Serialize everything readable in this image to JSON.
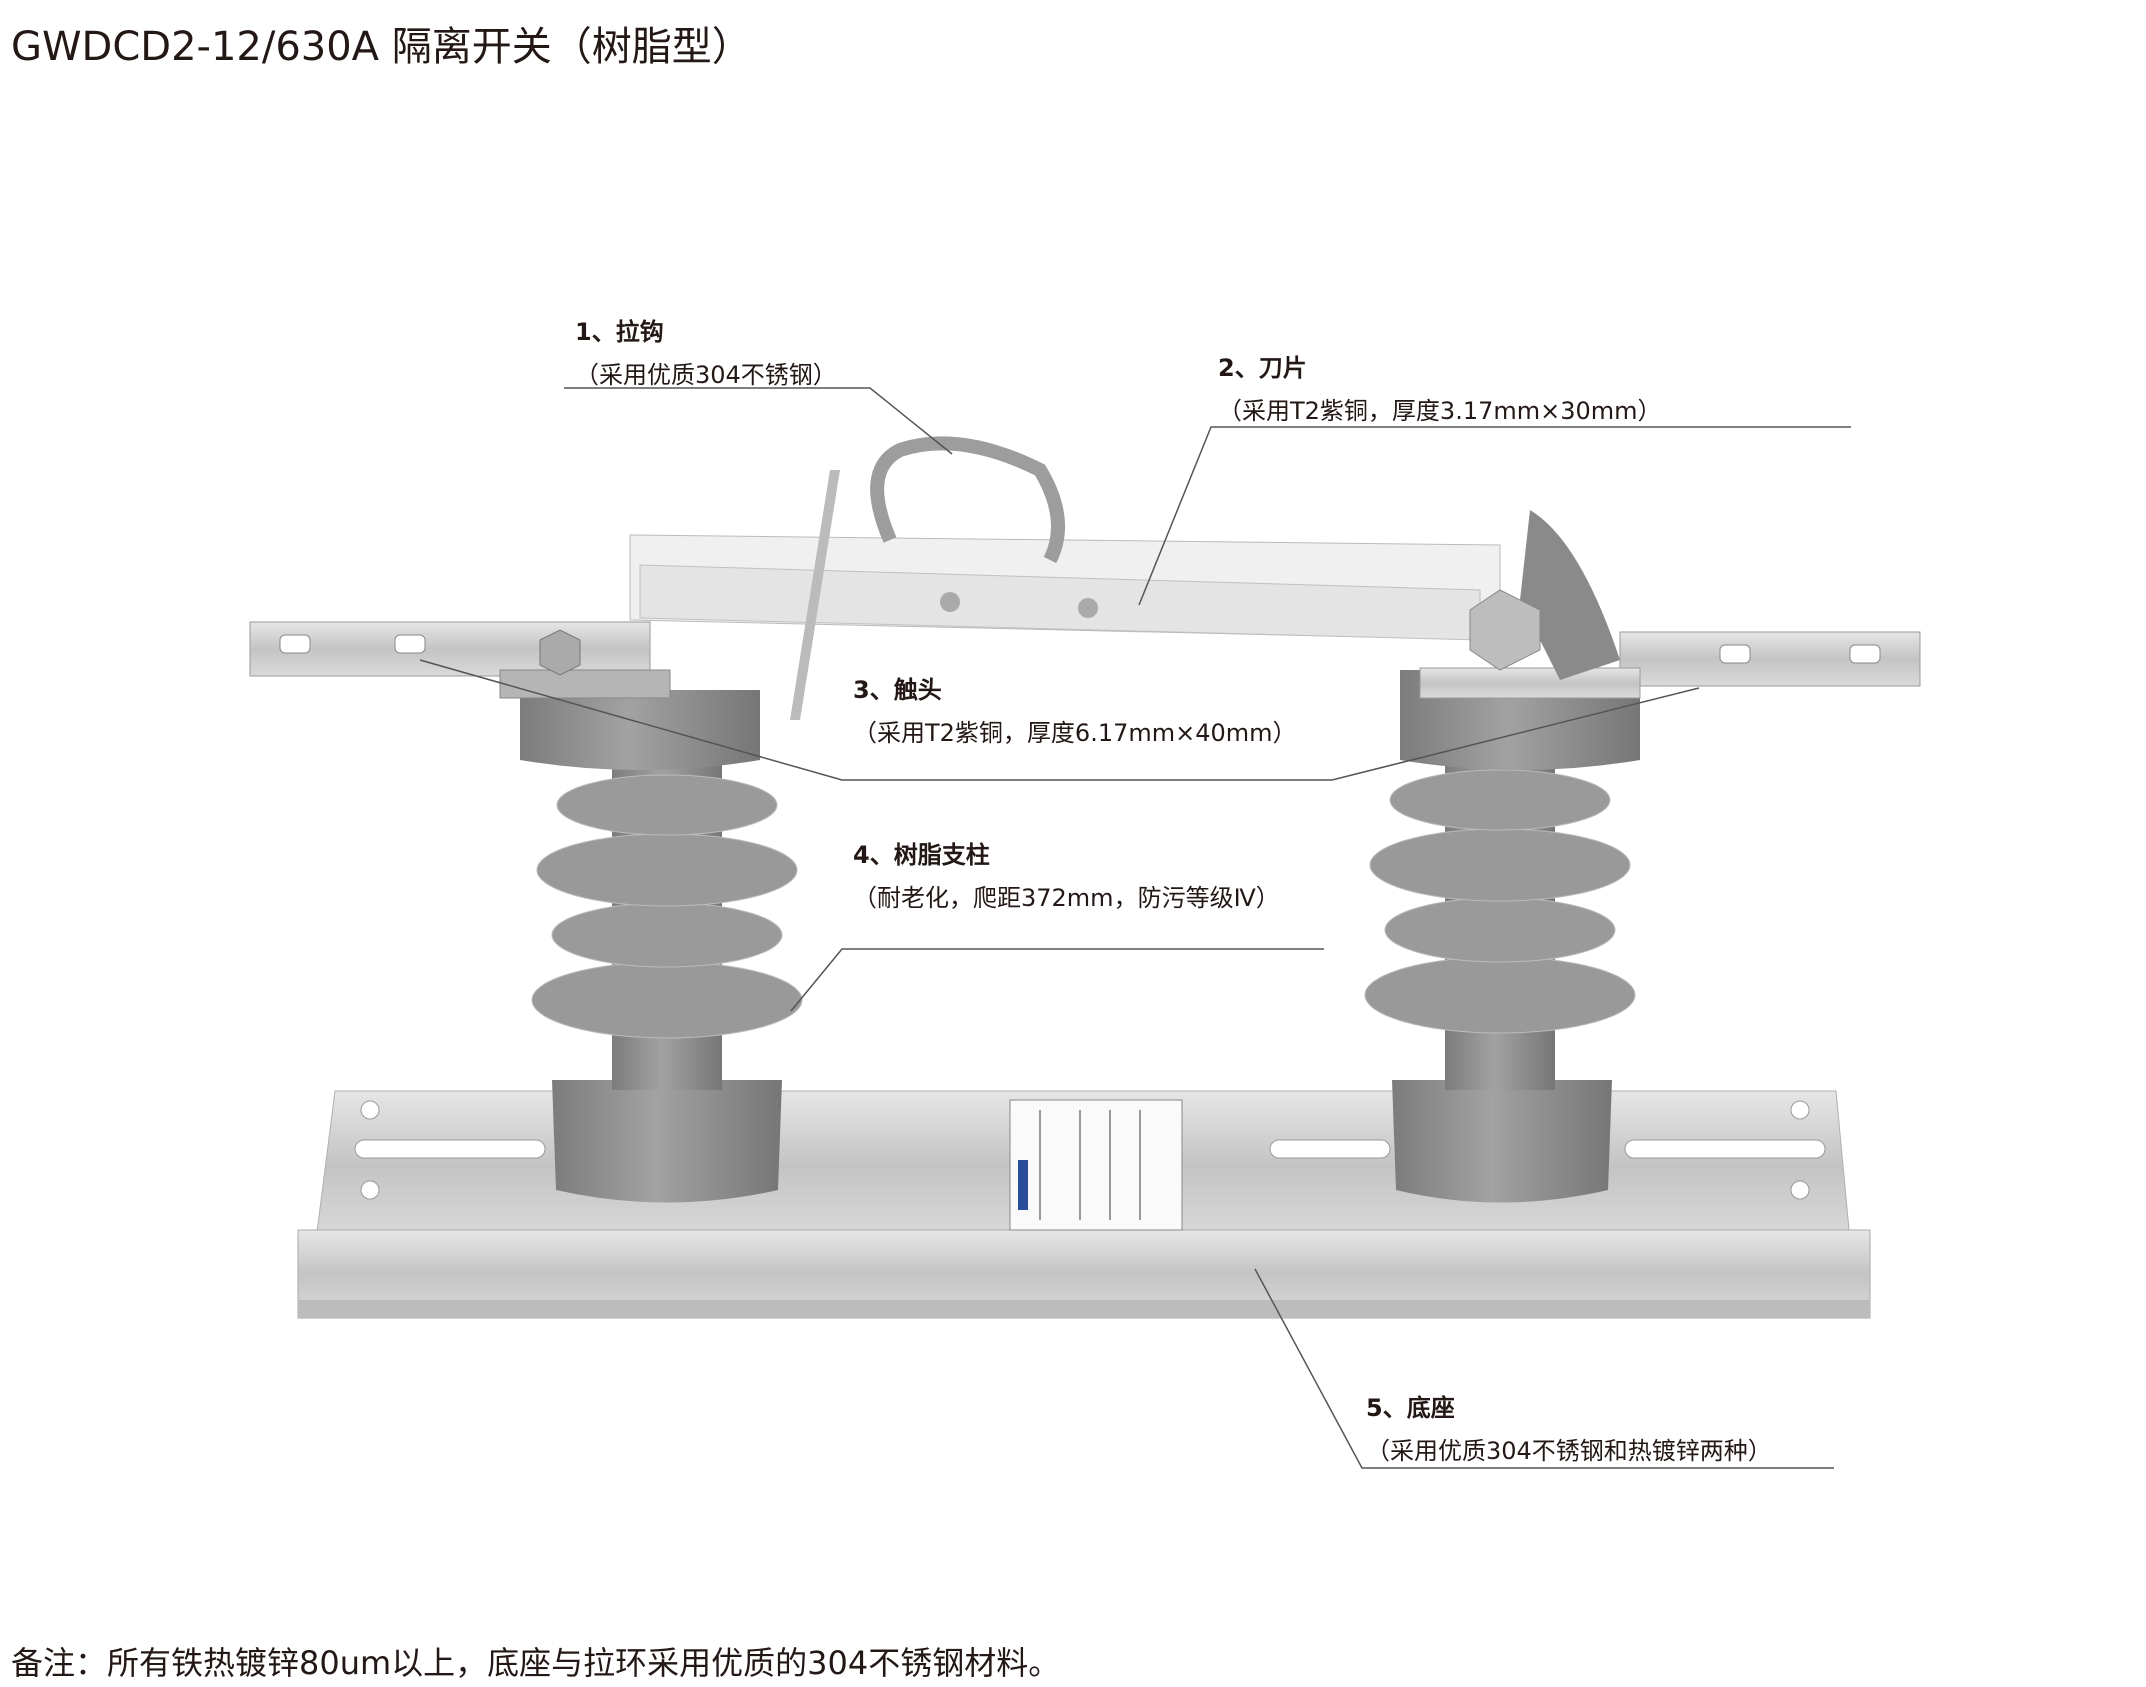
{
  "title": "GWDCD2-12/630A 隔离开关（树脂型）",
  "callouts": [
    {
      "heading": "1、拉钩",
      "detail": "（采用优质304不锈钢）"
    },
    {
      "heading": "2、刀片",
      "detail": "（采用T2紫铜，厚度3.17mm×30mm）"
    },
    {
      "heading": "3、触头",
      "detail": "（采用T2紫铜，厚度6.17mm×40mm）"
    },
    {
      "heading": "4、树脂支柱",
      "detail": "（耐老化，爬距372mm，防污等级Ⅳ）"
    },
    {
      "heading": "5、底座",
      "detail": "（采用优质304不锈钢和热镀锌两种）"
    }
  ],
  "footer": "备注：所有铁热镀锌80um以上，底座与拉环采用优质的304不锈钢材料。",
  "colors": {
    "text": "#231815",
    "insulator": "#8e8e8e",
    "steel": "#d2d2d2"
  }
}
